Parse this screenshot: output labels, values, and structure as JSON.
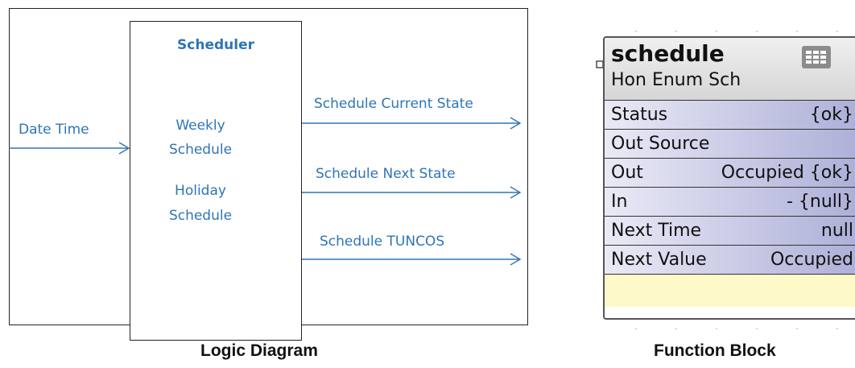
{
  "logic_diagram": {
    "input_label": "Date Time",
    "block_title": "Scheduler",
    "block_line_1": "Weekly",
    "block_line_2": "Schedule",
    "block_line_3": "Holiday",
    "block_line_4": "Schedule",
    "outputs": [
      "Schedule Current State",
      "Schedule Next State",
      "Schedule TUNCOS"
    ],
    "caption": "Logic Diagram",
    "line_color": "#2e75b6"
  },
  "function_block": {
    "name": "schedule",
    "type": "Hon Enum Sch",
    "icon": "calendar-icon",
    "rows": [
      {
        "label": "Status",
        "value": "{ok}"
      },
      {
        "label": "Out Source",
        "value": ""
      },
      {
        "label": "Out",
        "value": "Occupied {ok}"
      },
      {
        "label": "In",
        "value": "- {null}"
      },
      {
        "label": "Next Time",
        "value": "null"
      },
      {
        "label": "Next Value",
        "value": "Occupied"
      }
    ],
    "caption": "Function Block",
    "row_gradient": [
      "#eaeaf6",
      "#aeb0d8"
    ],
    "footer_color": "#fdf9c8"
  }
}
